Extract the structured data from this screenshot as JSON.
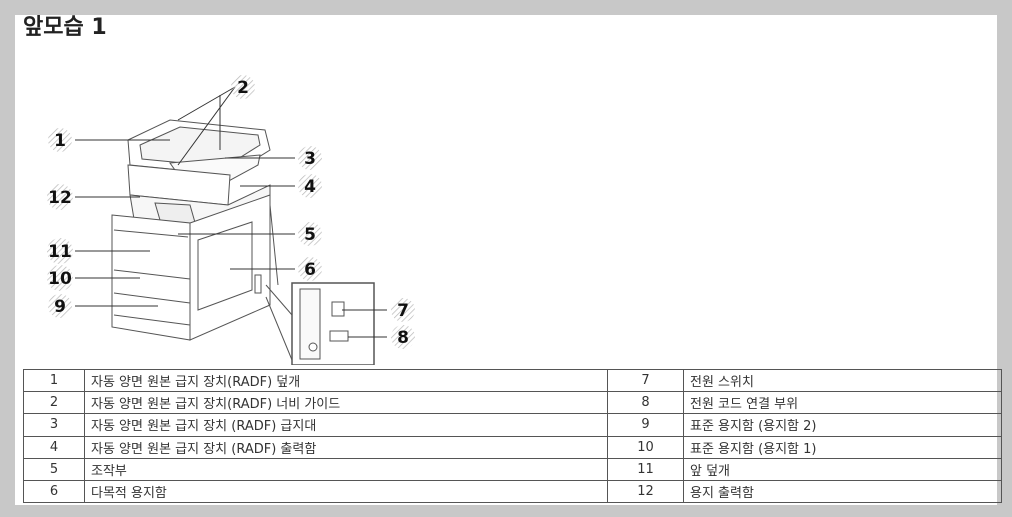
{
  "title": "앞모습 1",
  "callouts": [
    "1",
    "2",
    "3",
    "4",
    "5",
    "6",
    "7",
    "8",
    "9",
    "10",
    "11",
    "12"
  ],
  "legend": [
    {
      "num": "1",
      "label": "자동 양면 원본 급지 장치(RADF) 덮개",
      "num2": "7",
      "label2": "전원 스위치"
    },
    {
      "num": "2",
      "label": "자동 양면 원본 급지 장치(RADF) 너비 가이드",
      "num2": "8",
      "label2": "전원 코드 연결 부위"
    },
    {
      "num": "3",
      "label": "자동 양면 원본 급지 장치 (RADF) 급지대",
      "num2": "9",
      "label2": "표준 용지함 (용지함 2)"
    },
    {
      "num": "4",
      "label": "자동 양면 원본 급지 장치 (RADF) 출력함",
      "num2": "10",
      "label2": "표준 용지함 (용지함 1)"
    },
    {
      "num": "5",
      "label": "조작부",
      "num2": "11",
      "label2": "앞 덮개"
    },
    {
      "num": "6",
      "label": "다목적 용지함",
      "num2": "12",
      "label2": "용지 출력함"
    }
  ]
}
